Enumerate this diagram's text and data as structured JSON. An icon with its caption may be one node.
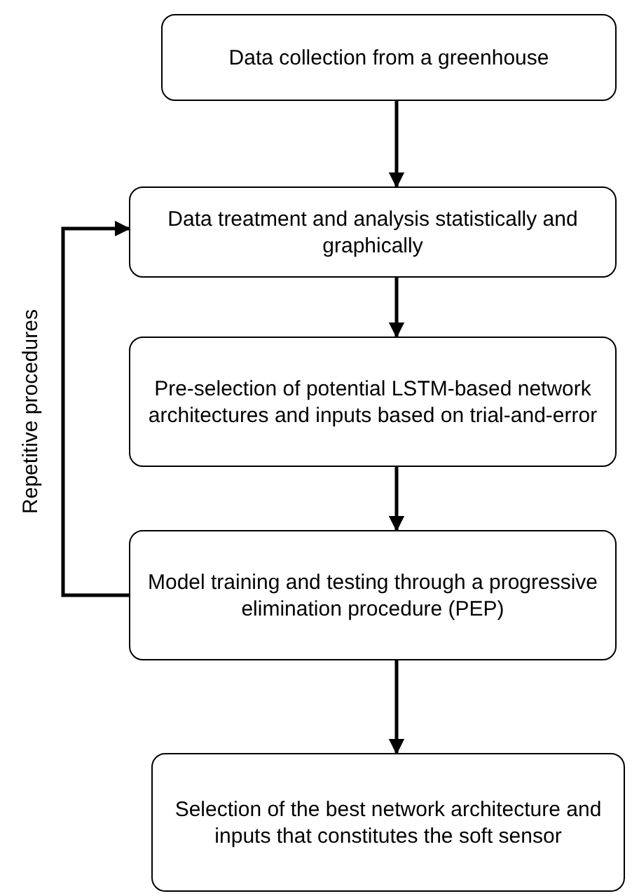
{
  "diagram": {
    "nodes": [
      {
        "text": [
          "Data collection from a greenhouse"
        ]
      },
      {
        "text": [
          "Data treatment and analysis statistically and graphically"
        ]
      },
      {
        "text": [
          "Pre-selection of potential LSTM-based network architectures and inputs based on trial-and-error"
        ]
      },
      {
        "text": [
          "Model training and testing through a progressive elimination procedure (PEP)"
        ]
      },
      {
        "text": [
          "Selection of the best network architecture and inputs that constitutes the soft sensor"
        ]
      }
    ],
    "edges": [
      {
        "from": 0,
        "to": 1,
        "arrow": "to"
      },
      {
        "from": 1,
        "to": 2,
        "arrow": "to"
      },
      {
        "from": 2,
        "to": 3,
        "arrow": "to"
      },
      {
        "from": 3,
        "to": 4,
        "arrow": "to"
      },
      {
        "from": 3,
        "to": 1,
        "arrow": "to",
        "label": "Repetitive procedures"
      }
    ]
  }
}
